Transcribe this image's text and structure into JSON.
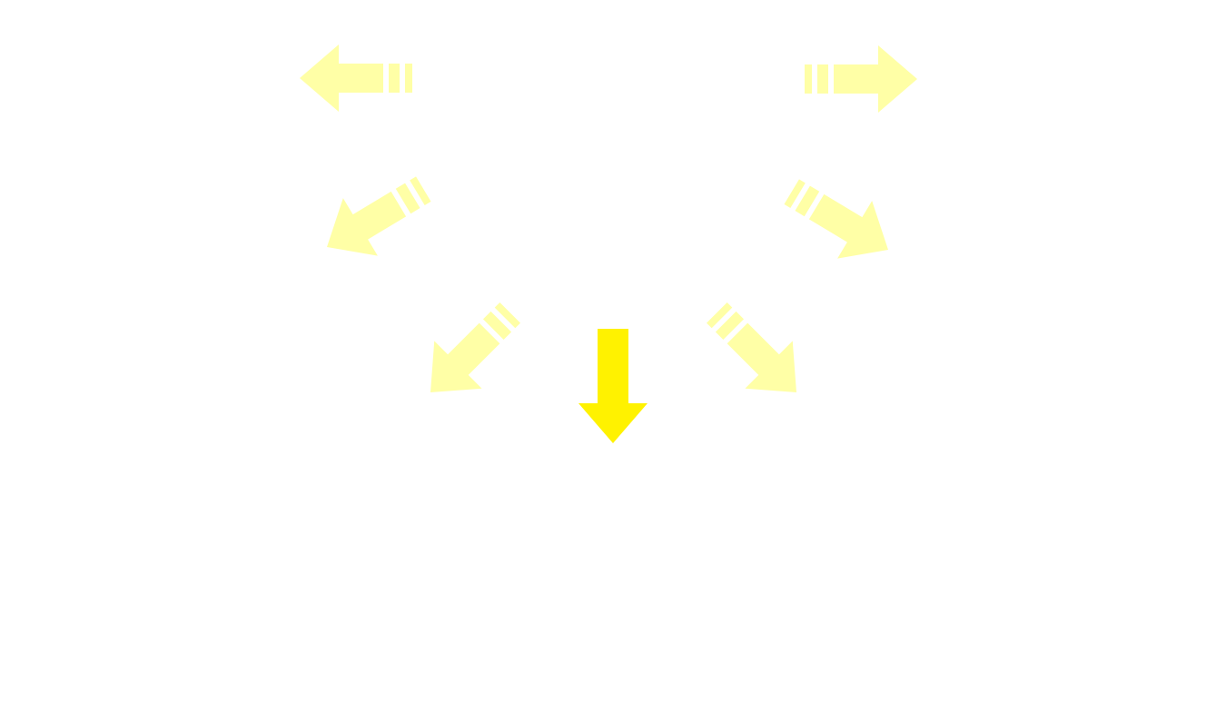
{
  "colors": {
    "background": "#ffffff",
    "primary_arrow": "#fff200",
    "faded_arrow": "#ffffa6"
  },
  "arrows": [
    {
      "icon": "arrow-left-icon",
      "direction": "left",
      "style": "dashed-tail",
      "emphasis": "faded"
    },
    {
      "icon": "arrow-right-icon",
      "direction": "right",
      "style": "dashed-tail",
      "emphasis": "faded"
    },
    {
      "icon": "arrow-down-left-icon",
      "direction": "down-left-shallow",
      "style": "dashed-tail",
      "emphasis": "faded"
    },
    {
      "icon": "arrow-down-right-icon",
      "direction": "down-right-shallow",
      "style": "dashed-tail",
      "emphasis": "faded"
    },
    {
      "icon": "arrow-down-left-icon",
      "direction": "down-left-steep",
      "style": "dashed-tail",
      "emphasis": "faded"
    },
    {
      "icon": "arrow-down-right-icon",
      "direction": "down-right-steep",
      "style": "dashed-tail",
      "emphasis": "faded"
    },
    {
      "icon": "arrow-down-icon",
      "direction": "down",
      "style": "solid",
      "emphasis": "primary"
    }
  ]
}
